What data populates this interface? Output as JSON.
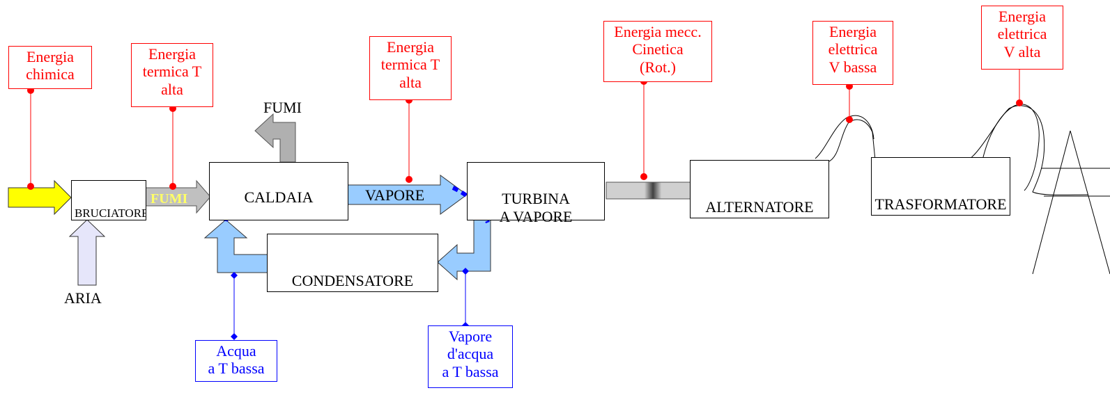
{
  "colors": {
    "energy_label": "#ff0000",
    "water_label": "#0000ff",
    "chemical_arrow": "#ffff00",
    "hot_fumes_arrow": "#c0c0c0",
    "fumi_inline_text": "#ffff66",
    "steam_loop": "#99ccff",
    "air_arrow": "#e6e6fa",
    "dotted_path": "#0000ff"
  },
  "components": {
    "bruciatore": "BRUCIATORE",
    "caldaia": "CALDAIA",
    "turbina": "TURBINA\nA VAPORE",
    "condensatore": "CONDENSATORE",
    "alternatore": "ALTERNATORE",
    "trasformatore": "TRASFORMATORE"
  },
  "flows": {
    "fumi_inline": "FUMI",
    "fumi_exhaust": "FUMI",
    "vapore": "VAPORE",
    "aria": "ARIA"
  },
  "energy_labels": {
    "chimica": "Energia\nchimica",
    "termica_1": "Energia\ntermica T\nalta",
    "termica_2": "Energia\ntermica T\nalta",
    "meccanica": "Energia mecc.\nCinetica\n(Rot.)",
    "elettrica_bassa": "Energia\nelettrica\nV bassa",
    "elettrica_alta": "Energia\nelettrica\nV alta"
  },
  "water_labels": {
    "acqua": "Acqua\na T bassa",
    "vapore_acqua": "Vapore\nd'acqua\na T bassa"
  }
}
